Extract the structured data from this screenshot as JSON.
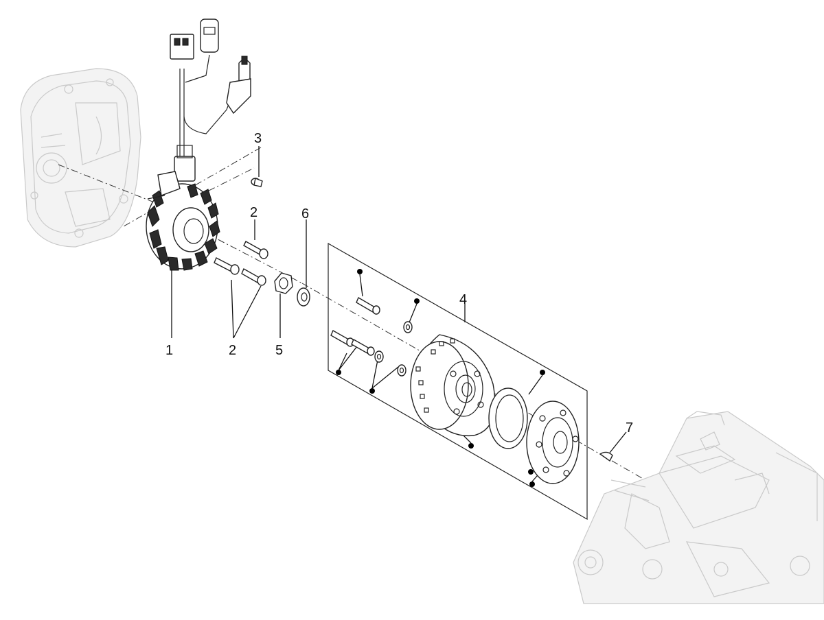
{
  "diagram": {
    "callouts": [
      "1",
      "2",
      "2",
      "3",
      "4",
      "5",
      "6",
      "7"
    ],
    "components": {
      "engine_case_left": "engine-casing-ghost",
      "stator": "stator-with-wiring",
      "screws": "stator-screws",
      "nut": "flywheel-nut",
      "washer": "washer",
      "flywheel_kit": "flywheel-kit",
      "key": "woodruff-key",
      "engine_block_right": "engine-block-ghost"
    }
  }
}
